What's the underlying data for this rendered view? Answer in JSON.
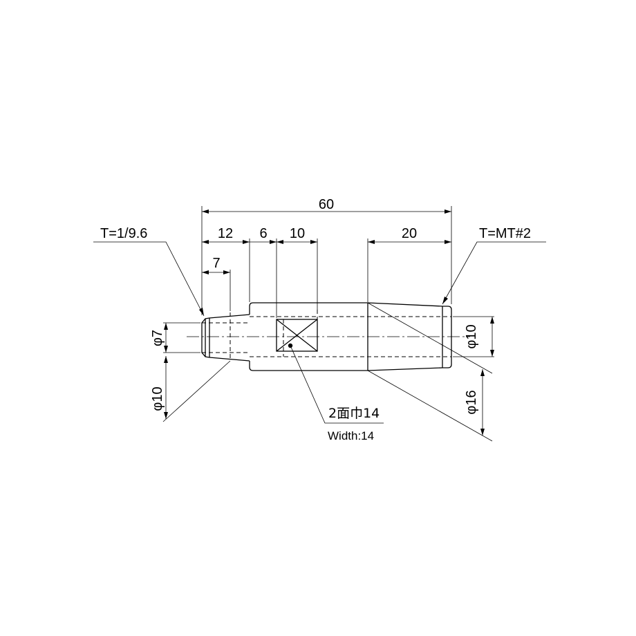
{
  "drawing": {
    "dimensions": {
      "overall_length": "60",
      "left_taper_length": "12",
      "left_tip_length": "7",
      "seg_6": "6",
      "flat_width": "10",
      "right_taper_length": "20"
    },
    "diameters": {
      "phi7": "φ7",
      "phi10_left": "φ10",
      "phi10_right": "φ10",
      "phi16": "φ16"
    },
    "notes": {
      "taper_left": "T=1/9.6",
      "taper_right": "T=MT#2",
      "flat_jp": "2面巾14",
      "flat_en": "Width:14"
    }
  }
}
